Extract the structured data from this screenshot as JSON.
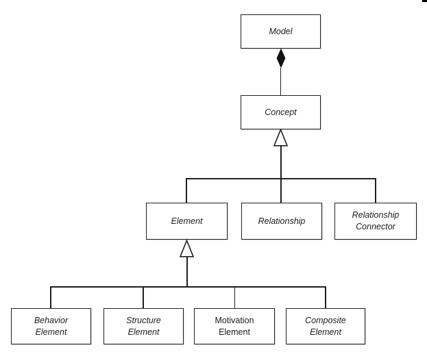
{
  "diagram": {
    "kind": "uml-class-hierarchy",
    "background": "#ffffff"
  },
  "colors": {
    "line": "#1f1f1f",
    "text": "#1c1c1c",
    "node_fill": "#ffffff",
    "composition_diamond_fill": "#111111",
    "generalization_triangle_fill": "#ffffff"
  },
  "nodes": [
    {
      "id": "model",
      "label": "Model",
      "abstract": true
    },
    {
      "id": "concept",
      "label": "Concept",
      "abstract": true
    },
    {
      "id": "element",
      "label": "Element",
      "abstract": true
    },
    {
      "id": "relationship",
      "label": "Relationship",
      "abstract": true
    },
    {
      "id": "relationship-connector",
      "label": "Relationship\nConnector",
      "abstract": true
    },
    {
      "id": "behavior-element",
      "label": "Behavior\nElement",
      "abstract": true
    },
    {
      "id": "structure-element",
      "label": "Structure\nElement",
      "abstract": true
    },
    {
      "id": "motivation-element",
      "label": "Motivation\nElement",
      "abstract": false
    },
    {
      "id": "composite-element",
      "label": "Composite\nElement",
      "abstract": true
    }
  ],
  "relations": [
    {
      "type": "composition",
      "whole": "Model",
      "part": "Concept",
      "marker": "filled-diamond-at-whole"
    },
    {
      "type": "generalization",
      "parent": "Concept",
      "marker": "hollow-triangle",
      "children": [
        "Element",
        "Relationship",
        "Relationship Connector"
      ]
    },
    {
      "type": "generalization",
      "parent": "Element",
      "marker": "hollow-triangle",
      "children": [
        "Behavior Element",
        "Structure Element",
        "Motivation Element",
        "Composite Element"
      ]
    }
  ]
}
